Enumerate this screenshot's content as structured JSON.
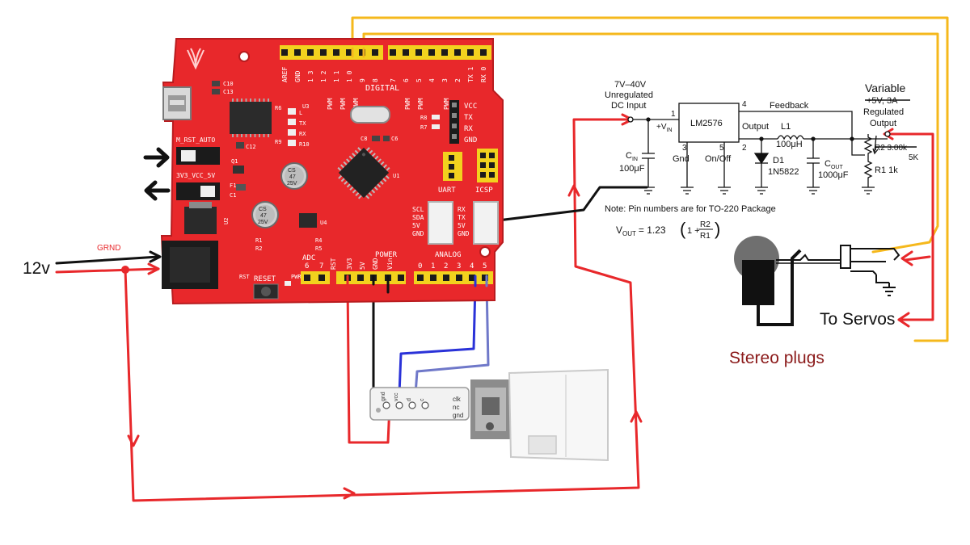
{
  "colors": {
    "board": "#e8282b",
    "board_dark": "#b81c1f",
    "header": "#f2d21e",
    "wire_red": "#e8282b",
    "wire_yellow": "#f5b81c",
    "wire_black": "#111111",
    "wire_blue": "#2a32d8",
    "wire_lblue": "#6f78c9",
    "caption": "#8b1a1a"
  },
  "left": {
    "voltage": "12v",
    "ground": "GRND"
  },
  "board": {
    "top_header": [
      "AREF",
      "GND",
      "1 3",
      "1 2",
      "1 1",
      "1 0",
      "9",
      "8",
      "7",
      "6",
      "5",
      "4",
      "3",
      "2",
      "TX 1",
      "RX 0"
    ],
    "digital": "DIGITAL",
    "pwm": "PWM",
    "labels": {
      "c10": "C10",
      "c13": "C13",
      "c12": "C12",
      "r6": "R6",
      "r8": "R8",
      "r9": "R9",
      "r10": "R10",
      "l": "L",
      "tx": "TX",
      "rx": "RX",
      "q1": "Q1",
      "f1": "F1",
      "c1": "C1",
      "u1": "U1",
      "u2": "U2",
      "u3": "U3",
      "u4": "U4",
      "r1": "R1",
      "r2": "R2",
      "r4": "R4",
      "r5": "R5",
      "r7": "R7",
      "c6": "C6",
      "c8": "C8"
    },
    "switch1": "M_RST_AUTO",
    "switch2": "3V3_VCC_5V",
    "cap1": [
      "CS",
      "47",
      "25V"
    ],
    "cap2": [
      "CS",
      "47",
      "25V"
    ],
    "vcc_labels": [
      "VCC",
      "TX",
      "RX",
      "GND"
    ],
    "uart": "UART",
    "icsp": "ICSP",
    "i2c": [
      "SCL",
      "SDA",
      "5V",
      "GND"
    ],
    "uart_port": [
      "RX",
      "TX",
      "5V",
      "GND"
    ],
    "adc": "ADC",
    "adc_pins": [
      "6",
      "7"
    ],
    "power": "POWER",
    "power_pins": [
      "RST",
      "3V3",
      "5V",
      "GND",
      "Vin"
    ],
    "analog": "ANALOG",
    "analog_pins": [
      "0",
      "1",
      "2",
      "3",
      "4",
      "5"
    ],
    "reset": "RESET",
    "rst": "RST",
    "pwr": "PWR"
  },
  "sensor": {
    "pins_left": [
      "gnd",
      "vcc",
      "d",
      "c"
    ],
    "pins_right": [
      "clk",
      "nc",
      "gnd"
    ]
  },
  "schematic": {
    "input_range": "7V–40V",
    "input_line2": "Unregulated",
    "input_line3": "DC Input",
    "chip": "LM2576",
    "pin1": "1",
    "pin2": "2",
    "pin3": "3",
    "pin4": "4",
    "pin5": "5",
    "vin": "+V",
    "vin_sub": "IN",
    "gnd": "Gnd",
    "onoff": "On/Off",
    "output": "Output",
    "feedback": "Feedback",
    "l1": "L1",
    "l1_val": "100μH",
    "cin": "C",
    "cin_sub": "IN",
    "cin_val": "100μF",
    "d1": "D1",
    "d1_part": "1N5822",
    "cout": "C",
    "cout_sub": "OUT",
    "cout_val": "1000μF",
    "variable": "Variable",
    "struck": "+5V, 3A",
    "regulated": "Regulated",
    "output_label": "Output",
    "r2": "R2 3.00k",
    "r2_new": "5K",
    "r1": "R1 1k",
    "note": "Note: Pin numbers are for TO-220 Package",
    "formula_lhs": "V",
    "formula_sub": "OUT",
    "formula_eq": "= 1.23",
    "formula_one": "1 +",
    "formula_num": "R2",
    "formula_den": "R1"
  },
  "to_servos": "To Servos",
  "stereo_plugs": "Stereo plugs"
}
